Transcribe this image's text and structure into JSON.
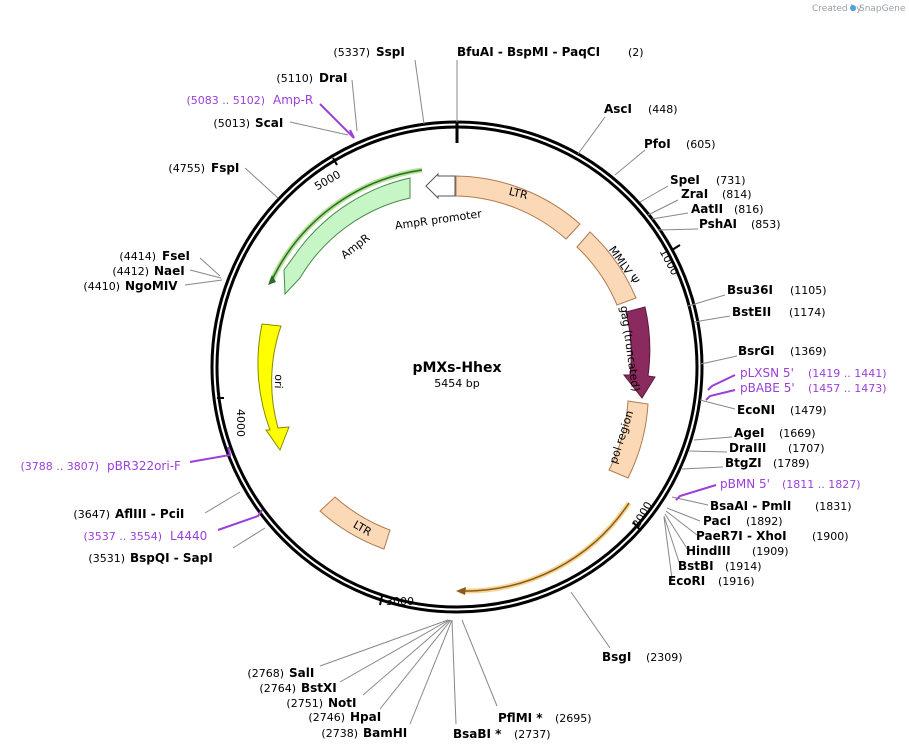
{
  "credit": {
    "prefix": "Created by",
    "brand": "SnapGene"
  },
  "plasmid": {
    "name": "pMXs-Hhex",
    "size": "5454 bp"
  },
  "ticks": [
    "1000",
    "2000",
    "3000",
    "4000",
    "5000"
  ],
  "features": {
    "ltr1": "LTR",
    "mmlv": "MMLV Ψ",
    "gag": "gag (truncated)",
    "pol": "pol region",
    "ltr2": "LTR",
    "ori": "ori",
    "ampr": "AmpR",
    "ampr_promoter": "AmpR promoter"
  },
  "sites": [
    {
      "name": "BfuAI  -  BspMI  -  PaqCI",
      "pos": "(2)"
    },
    {
      "name": "AscI",
      "pos": "(448)"
    },
    {
      "name": "PfoI",
      "pos": "(605)"
    },
    {
      "name": "SpeI",
      "pos": "(731)"
    },
    {
      "name": "ZraI",
      "pos": "(814)"
    },
    {
      "name": "AatII",
      "pos": "(816)"
    },
    {
      "name": "PshAI",
      "pos": "(853)"
    },
    {
      "name": "Bsu36I",
      "pos": "(1105)"
    },
    {
      "name": "BstEII",
      "pos": "(1174)"
    },
    {
      "name": "BsrGI",
      "pos": "(1369)"
    },
    {
      "name": "EcoNI",
      "pos": "(1479)"
    },
    {
      "name": "AgeI",
      "pos": "(1669)"
    },
    {
      "name": "DraIII",
      "pos": "(1707)"
    },
    {
      "name": "BtgZI",
      "pos": "(1789)"
    },
    {
      "name": "BsaAI  -  PmlI",
      "pos": "(1831)"
    },
    {
      "name": "PacI",
      "pos": "(1892)"
    },
    {
      "name": "PaeR7I  -  XhoI",
      "pos": "(1900)"
    },
    {
      "name": "HindIII",
      "pos": "(1909)"
    },
    {
      "name": "BstBI",
      "pos": "(1914)"
    },
    {
      "name": "EcoRI",
      "pos": "(1916)"
    },
    {
      "name": "BsgI",
      "pos": "(2309)"
    },
    {
      "name": "PflMI *",
      "pos": "(2695)"
    },
    {
      "name": "BsaBI *",
      "pos": "(2737)"
    },
    {
      "name": "BamHI",
      "pos": "(2738)"
    },
    {
      "name": "HpaI",
      "pos": "(2746)"
    },
    {
      "name": "NotI",
      "pos": "(2751)"
    },
    {
      "name": "BstXI",
      "pos": "(2764)"
    },
    {
      "name": "SalI",
      "pos": "(2768)"
    },
    {
      "name": "BspQI  -  SapI",
      "pos": "(3531)"
    },
    {
      "name": "AflIII  -  PciI",
      "pos": "(3647)"
    },
    {
      "name": "NgoMIV",
      "pos": "(4410)"
    },
    {
      "name": "NaeI",
      "pos": "(4412)"
    },
    {
      "name": "FseI",
      "pos": "(4414)"
    },
    {
      "name": "FspI",
      "pos": "(4755)"
    },
    {
      "name": "ScaI",
      "pos": "(5013)"
    },
    {
      "name": "DraI",
      "pos": "(5110)"
    },
    {
      "name": "SspI",
      "pos": "(5337)"
    }
  ],
  "primers": [
    {
      "name": "pLXSN 5'",
      "pos": "(1419 .. 1441)"
    },
    {
      "name": "pBABE 5'",
      "pos": "(1457 .. 1473)"
    },
    {
      "name": "pBMN 5'",
      "pos": "(1811 .. 1827)"
    },
    {
      "name": "L4440",
      "pos": "(3537 .. 3554)"
    },
    {
      "name": "pBR322ori-F",
      "pos": "(3788 .. 3807)"
    },
    {
      "name": "Amp-R",
      "pos": "(5083 .. 5102)"
    }
  ],
  "colors": {
    "ltr": "#fcd9b6",
    "mmlv": "#fcd9b6",
    "gag": "#8b2a5e",
    "pol": "#fcd9b6",
    "ori": "#ffff00",
    "ampr": "#c6f5c6",
    "ampr_promoter": "#ffffff",
    "primer": "#9b3fd9"
  }
}
